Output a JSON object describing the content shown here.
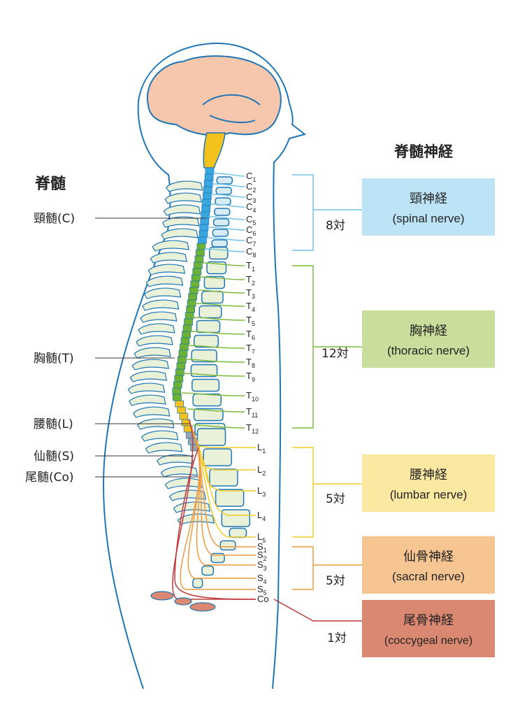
{
  "spinal_cord": {
    "title": "脊髄",
    "regions": [
      {
        "label": "頸髄(C)"
      },
      {
        "label": "胸髄(T)"
      },
      {
        "label": "腰髄(L)"
      },
      {
        "label": "仙髄(S)"
      },
      {
        "label": "尾髄(Co)"
      }
    ]
  },
  "spinal_nerves": {
    "title": "脊髄神経",
    "groups": [
      {
        "name_jp": "頸神経",
        "name_en": "(spinal nerve)",
        "count": "8対",
        "color": "#bde3f7",
        "line": "#72c4ea"
      },
      {
        "name_jp": "胸神経",
        "name_en": "(thoracic nerve)",
        "count": "12対",
        "color": "#c9dd9c",
        "line": "#7dbb3b"
      },
      {
        "name_jp": "腰神経",
        "name_en": "(lumbar nerve)",
        "count": "5対",
        "color": "#fbe9a1",
        "line": "#f2cc27"
      },
      {
        "name_jp": "仙骨神経",
        "name_en": "(sacral nerve)",
        "count": "5対",
        "color": "#f7c592",
        "line": "#ef9a3d"
      },
      {
        "name_jp": "尾骨神経",
        "name_en": "(coccygeal nerve)",
        "count": "1対",
        "color": "#da8872",
        "line": "#c0393b"
      }
    ]
  },
  "vertebra_labels": {
    "cervical": [
      "C",
      "C",
      "C",
      "C",
      "C",
      "C",
      "C",
      "C"
    ],
    "cervical_sub": [
      "1",
      "2",
      "3",
      "4",
      "5",
      "6",
      "7",
      "8"
    ],
    "thoracic": [
      "T",
      "T",
      "T",
      "T",
      "T",
      "T",
      "T",
      "T",
      "T",
      "T",
      "T",
      "T"
    ],
    "thoracic_sub": [
      "1",
      "2",
      "3",
      "4",
      "5",
      "6",
      "7",
      "8",
      "9",
      "10",
      "11",
      "12"
    ],
    "lumbar": [
      "L",
      "L",
      "L",
      "L",
      "L"
    ],
    "lumbar_sub": [
      "1",
      "2",
      "3",
      "4",
      "5"
    ],
    "sacral": [
      "S",
      "S",
      "S",
      "S",
      "S"
    ],
    "sacral_sub": [
      "1",
      "2",
      "3",
      "4",
      "5"
    ],
    "coccygeal": "Co"
  },
  "colors": {
    "outline": "#1f76b6",
    "brain": "#f6c6ad",
    "spinal_cervical": "#3aa6e0",
    "spinal_thoracic": "#6db233",
    "spinal_lumbar": "#f3c21c",
    "vertebra_fill": "#e9f1d8",
    "vertebra_stroke": "#1f76b6"
  }
}
